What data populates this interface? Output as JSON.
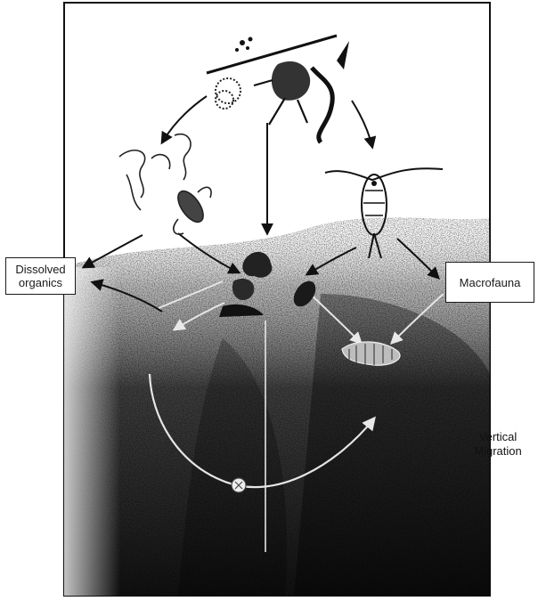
{
  "labels": {
    "dissolved": {
      "line1": "Dissolved",
      "line2": "organics"
    },
    "macrofauna": "Macrofauna",
    "vertical_migration": {
      "line1": "Vertical",
      "line2": "Migration"
    }
  },
  "colors": {
    "ink": "#111111",
    "paper": "#ffffff",
    "sediment_dark": "#1c1c1c",
    "sediment_light": "#d8d8d8"
  },
  "icons": [
    "sinking-particle-cluster",
    "dead-zooplankton-carcass",
    "flagellate-protozoa",
    "copepod",
    "detritus-particles",
    "polychaete-worm",
    "foraminifera"
  ]
}
